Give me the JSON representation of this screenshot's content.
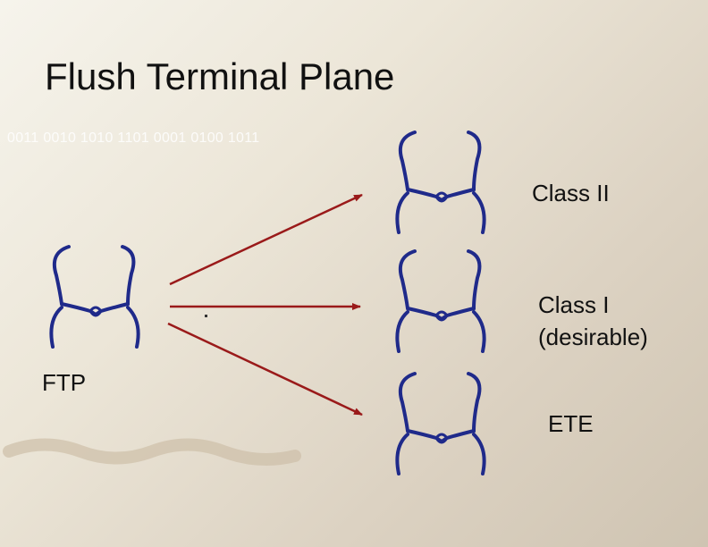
{
  "title": "Flush Terminal Plane",
  "binary_strip": "0011 0010 1010 1101 0001 0100 1011",
  "labels": {
    "ftp": "FTP",
    "class2": "Class II",
    "class1_line1": "Class I",
    "class1_line2": "(desirable)",
    "ete": "ETE"
  },
  "colors": {
    "tooth_outline": "#1f2a8a",
    "arrow": "#9a1a1a",
    "wave": "#cdbfa8"
  }
}
